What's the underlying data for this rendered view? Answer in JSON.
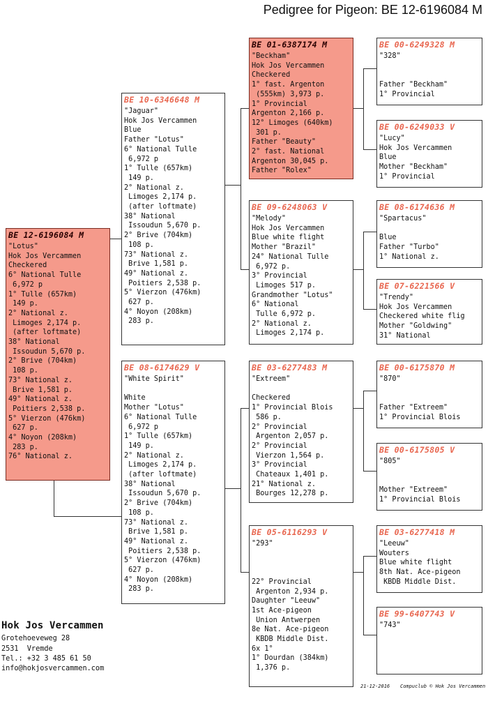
{
  "header": {
    "title": "Pedigree for Pigeon: BE  12-6196084 M"
  },
  "birds": {
    "subject": {
      "ring": "BE  12-6196084 M",
      "lines": [
        "\"Lotus\"",
        "Hok Jos Vercammen",
        "Checkered",
        "6° National Tulle",
        " 6,972 p",
        "1° Tulle (657km)",
        " 149 p.",
        "2° National z.",
        " Limoges 2,174 p.",
        " (after loftmate)",
        "38° National",
        " Issoudun 5,670 p.",
        "2° Brive (704km)",
        " 108 p.",
        "73° National z.",
        " Brive 1,581 p.",
        "49° National z.",
        " Poitiers 2,538 p.",
        "5° Vierzon (476km)",
        " 627 p.",
        "4° Noyon (208km)",
        " 283 p.",
        "76° National z."
      ]
    },
    "father": {
      "ring": "BE  10-6346648 M",
      "lines": [
        "\"Jaguar\"",
        "Hok Jos Vercammen",
        "Blue",
        "Father \"Lotus\"",
        "6° National Tulle",
        " 6,972 p",
        "1° Tulle (657km)",
        " 149 p.",
        "2° National z.",
        " Limoges 2,174 p.",
        " (after loftmate)",
        "38° National",
        " Issoudun 5,670 p.",
        "2° Brive (704km)",
        " 108 p.",
        "73° National z.",
        " Brive 1,581 p.",
        "49° National z.",
        " Poitiers 2,538 p.",
        "5° Vierzon (476km)",
        " 627 p.",
        "4° Noyon (208km)",
        " 283 p."
      ]
    },
    "mother": {
      "ring": "BE  08-6174629 V",
      "lines": [
        "\"White Spirit\"",
        "",
        "White",
        "Mother \"Lotus\"",
        "6° National Tulle",
        " 6,972 p",
        "1° Tulle (657km)",
        " 149 p.",
        "2° National z.",
        " Limoges 2,174 p.",
        " (after loftmate)",
        "38° National",
        " Issoudun 5,670 p.",
        "2° Brive (704km)",
        " 108 p.",
        "73° National z.",
        " Brive 1,581 p.",
        "49° National z.",
        " Poitiers 2,538 p.",
        "5° Vierzon (476km)",
        " 627 p.",
        "4° Noyon (208km)",
        " 283 p."
      ]
    },
    "ff": {
      "ring": "BE  01-6387174 M",
      "lines": [
        "\"Beckham\"",
        "Hok Jos Vercammen",
        "Checkered",
        "1° fast. Argenton",
        " (555km) 3,973 p.",
        "1° Provincial",
        "Argenton 2,166 p.",
        "12° Limoges (640km)",
        " 301 p.",
        "Father \"Beauty\"",
        "2° fast. National",
        "Argenton 30,045 p.",
        "Father \"Rolex\""
      ]
    },
    "fm": {
      "ring": "BE  09-6248063 V",
      "lines": [
        "\"Melody\"",
        "Hok Jos Vercammen",
        "Blue white flight",
        "Mother \"Brazil\"",
        "24° National Tulle",
        " 6,972 p.",
        "3° Provincial",
        " Limoges 517 p.",
        "Grandmother \"Lotus\"",
        "6° National",
        " Tulle 6,972 p.",
        "2° National z.",
        " Limoges 2,174 p."
      ]
    },
    "mf": {
      "ring": "BE  03-6277483 M",
      "lines": [
        "\"Extreem\"",
        "",
        "Checkered",
        "1° Provincial Blois",
        " 586 p.",
        "2° Provincial",
        " Argenton 2,057 p.",
        "2° Provincial",
        " Vierzon 1,564 p.",
        "3° Provincial",
        " Chateaux 1,401 p.",
        "21° National z.",
        " Bourges 12,278 p."
      ]
    },
    "mm": {
      "ring": "BE  05-6116293 V",
      "lines": [
        "\"293\"",
        "",
        "",
        "",
        "22° Provincial",
        " Argenton 2,934 p.",
        "Daughter \"Leeuw\"",
        "1st Ace-pigeon",
        " Union Antwerpen",
        "8e Nat. Ace-pigeon",
        " KBDB Middle Dist.",
        "6x 1°",
        "1° Dourdan (384km)",
        " 1,376 p."
      ]
    },
    "fff": {
      "ring": "BE  00-6249328 M",
      "lines": [
        "\"328\"",
        "",
        "",
        "Father \"Beckham\"",
        "1° Provincial"
      ]
    },
    "ffm": {
      "ring": "BE  00-6249033 V",
      "lines": [
        "\"Lucy\"",
        "Hok Jos Vercammen",
        "Blue",
        "Mother \"Beckham\"",
        "1° Provincial"
      ]
    },
    "fmf": {
      "ring": "BE  08-6174636 M",
      "lines": [
        "\"Spartacus\"",
        "",
        "Blue",
        "Father \"Turbo\"",
        "1° National z."
      ]
    },
    "fmm": {
      "ring": "BE  07-6221566 V",
      "lines": [
        "\"Trendy\"",
        "Hok Jos Vercammen",
        "Checkered white flig",
        "Mother \"Goldwing\"",
        "31° National"
      ]
    },
    "mff": {
      "ring": "BE  00-6175870 M",
      "lines": [
        "\"870\"",
        "",
        "",
        "Father \"Extreem\"",
        "1° Provincial Blois"
      ]
    },
    "mfm": {
      "ring": "BE  00-6175805 V",
      "lines": [
        "\"805\"",
        "",
        "",
        "Mother \"Extreem\"",
        "1° Provincial Blois"
      ]
    },
    "mmf": {
      "ring": "BE  03-6277418 M",
      "lines": [
        "\"Leeuw\"",
        "Wouters",
        "Blue white flight",
        "8th Nat. Ace-pigeon",
        " KBDB Middle Dist."
      ]
    },
    "mmm": {
      "ring": "BE  99-6407743 V",
      "lines": [
        "\"743\""
      ]
    }
  },
  "breeder": {
    "name": "Hok Jos Vercammen",
    "street": "Grotehoeveweg 28",
    "city": "2531  Vremde",
    "phone": "Tel.: +32 3 485 61 50",
    "email": "info@hokjosvercammen.com"
  },
  "footer": {
    "date": "21-12-2016",
    "credit": "Compuclub © Hok Jos Vercammen"
  },
  "colors": {
    "highlight": "#f59a8b",
    "ring_text": "#e8664f",
    "border": "#333333"
  }
}
